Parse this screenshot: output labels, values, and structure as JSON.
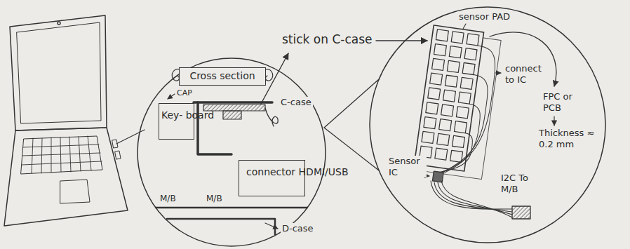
{
  "diagram": {
    "nodes": [
      {
        "text": [
          "Cross section"
        ]
      },
      {
        "text": [
          "Key- board"
        ]
      },
      {
        "text": [
          "connector HDMI/USB"
        ]
      }
    ],
    "labels": [
      "stick on C-case",
      "CAP",
      "C-case",
      "M/B",
      "M/B",
      "D-case",
      "sensor PAD",
      "connect to IC",
      "FPC or PCB",
      "Thickness ≈ 0.2 mm",
      "Sensor IC",
      "I2C To M/B"
    ]
  }
}
